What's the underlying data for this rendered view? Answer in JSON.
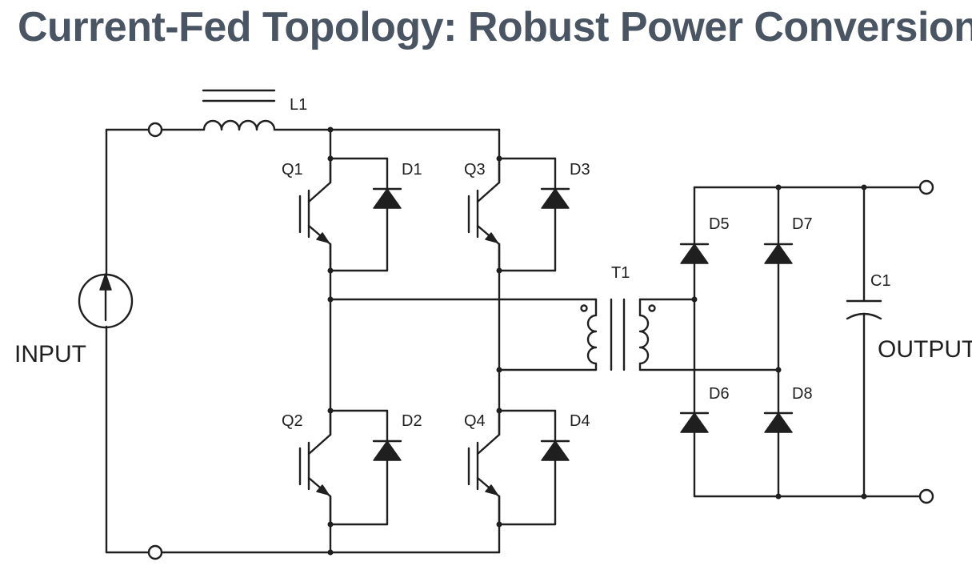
{
  "title": "Current-Fed Topology: Robust Power Conversion",
  "labels": {
    "input": "INPUT",
    "output": "OUTPUT",
    "l1": "L1",
    "t1": "T1",
    "c1": "C1",
    "q1": "Q1",
    "q2": "Q2",
    "q3": "Q3",
    "q4": "Q4",
    "d1": "D1",
    "d2": "D2",
    "d3": "D3",
    "d4": "D4",
    "d5": "D5",
    "d6": "D6",
    "d7": "D7",
    "d8": "D8"
  }
}
